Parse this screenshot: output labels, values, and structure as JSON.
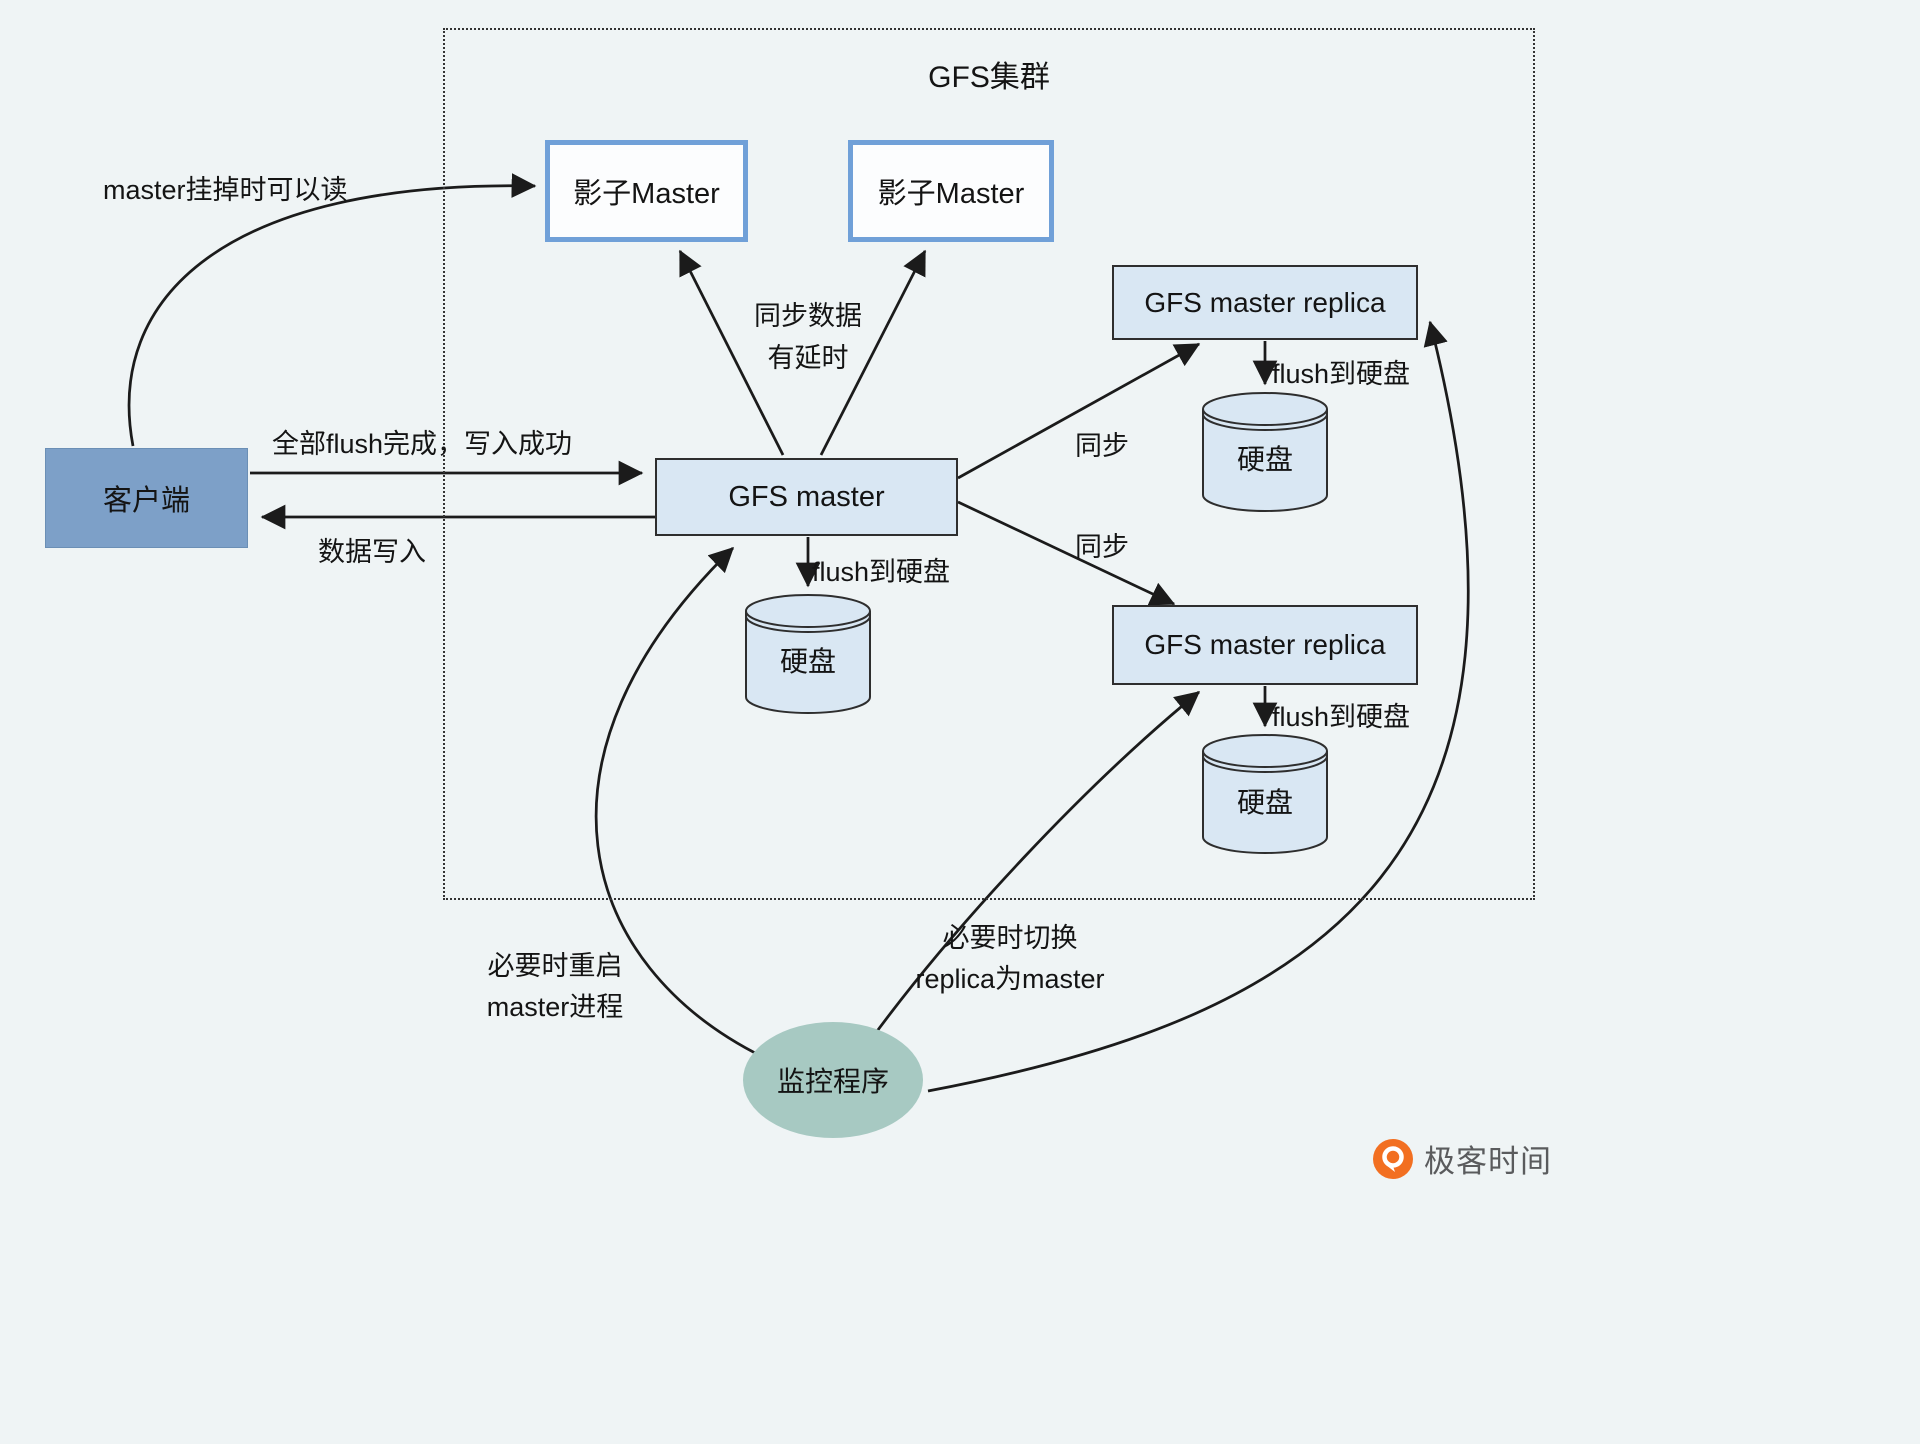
{
  "colors": {
    "background": "#eff4f5",
    "client_fill": "#7da0c8",
    "node_fill": "#d9e7f3",
    "node_border": "#2e2e2e",
    "shadow_master_border": "#70a0d8",
    "monitor_fill": "#a7c9c2",
    "arrow": "#1b1b1b",
    "logo_orange": "#f26f21"
  },
  "cluster": {
    "title": "GFS集群"
  },
  "nodes": {
    "client": {
      "label": "客户端"
    },
    "shadow_master_1": {
      "label": "影子Master"
    },
    "shadow_master_2": {
      "label": "影子Master"
    },
    "gfs_master": {
      "label": "GFS master"
    },
    "replica_top": {
      "label": "GFS master replica"
    },
    "replica_bottom": {
      "label": "GFS master replica"
    },
    "disk_master": {
      "label": "硬盘"
    },
    "disk_replica_top": {
      "label": "硬盘"
    },
    "disk_replica_bottom": {
      "label": "硬盘"
    },
    "monitor": {
      "label": "监控程序"
    }
  },
  "edges": {
    "read_on_master_down": {
      "label": "master挂掉时可以读"
    },
    "write_success": {
      "label": "全部flush完成，写入成功"
    },
    "data_write": {
      "label": "数据写入"
    },
    "sync_shadow": {
      "line1": "同步数据",
      "line2": "有延时"
    },
    "sync_replica_top": {
      "label": "同步"
    },
    "sync_replica_bottom": {
      "label": "同步"
    },
    "flush_master": {
      "label": "flush到硬盘"
    },
    "flush_replica_top": {
      "label": "flush到硬盘"
    },
    "flush_replica_bottom": {
      "label": "flush到硬盘"
    },
    "restart_master": {
      "line1": "必要时重启",
      "line2": "master进程"
    },
    "switch_replica": {
      "line1": "必要时切换",
      "line2": "replica为master"
    }
  },
  "footer": {
    "brand": "极客时间"
  }
}
